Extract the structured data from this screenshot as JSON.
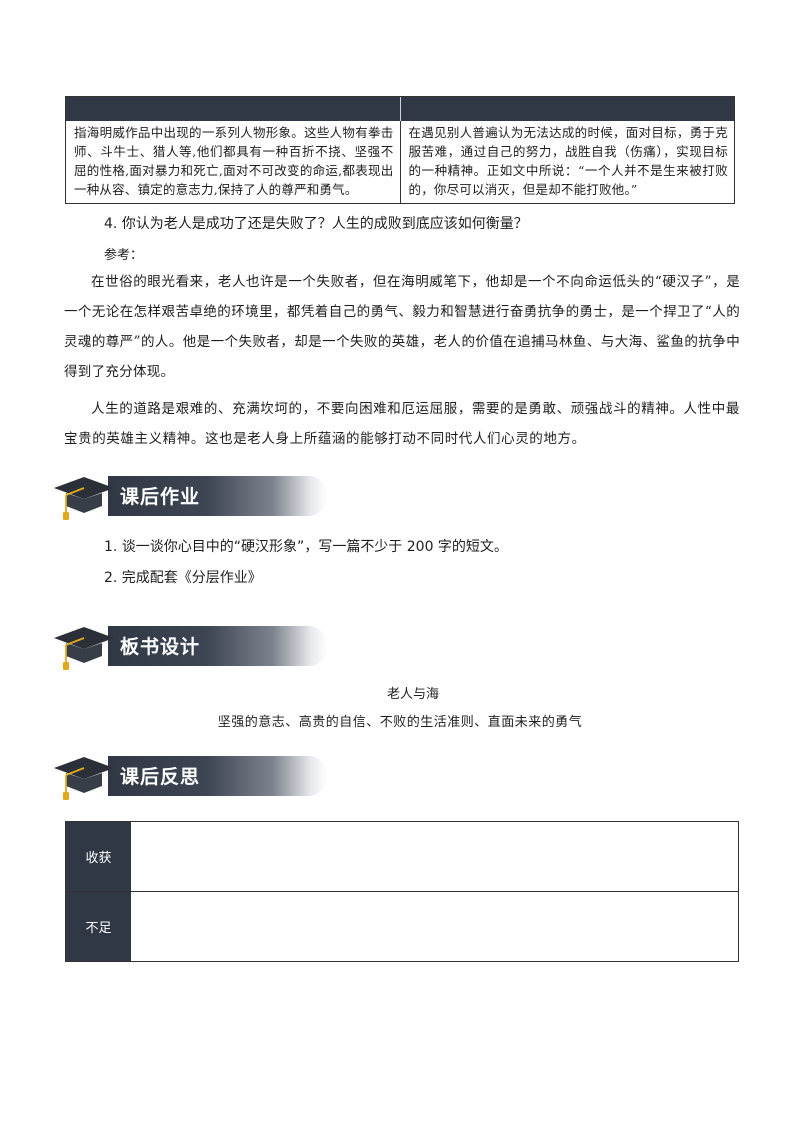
{
  "top_table": {
    "left_text": "指海明威作品中出现的一系列人物形象。这些人物有拳击师、斗牛士、猎人等,他们都具有一种百折不挠、坚强不屈的性格,面对暴力和死亡,面对不可改变的命运,都表现出一种从容、镇定的意志力,保持了人的尊严和勇气。",
    "right_text": "在遇见别人普遍认为无法达成的时候，面对目标，勇于克服苦难，通过自己的努力，战胜自我（伤痛），实现目标的一种精神。正如文中所说：“一个人并不是生来被打败的，你尽可以消灭，但是却不能打败他。”"
  },
  "question4": "4. 你认为老人是成功了还是失败了？人生的成败到底应该如何衡量？",
  "reference_label": "参考：",
  "paragraph1": "在世俗的眼光看来，老人也许是一个失败者，但在海明威笔下，他却是一个不向命运低头的“硬汉子”，是一个无论在怎样艰苦卓绝的环境里，都凭着自己的勇气、毅力和智慧进行奋勇抗争的勇士，是一个捍卫了“人的灵魂的尊严”的人。他是一个失败者，却是一个失败的英雄，老人的价值在追捕马林鱼、与大海、鲨鱼的抗争中得到了充分体现。",
  "paragraph2": "人生的道路是艰难的、充满坎坷的，不要向困难和厄运屈服，需要的是勇敢、顽强战斗的精神。人性中最宝贵的英雄主义精神。这也是老人身上所蕴涵的能够打动不同时代人们心灵的地方。",
  "sections": {
    "homework_title": "课后作业",
    "board_title": "板书设计",
    "reflection_title": "课后反思"
  },
  "homework": {
    "item1": "1. 谈一谈你心目中的“硬汉形象”，写一篇不少于 200 字的短文。",
    "item2": "2. 完成配套《分层作业》"
  },
  "board": {
    "title": "老人与海",
    "subtitle": "坚强的意志、高贵的自信、不败的生活准则、直面未来的勇气"
  },
  "reflection": {
    "gain_label": "收获",
    "gain_value": "",
    "lack_label": "不足",
    "lack_value": ""
  },
  "colors": {
    "dark_header": "#313845",
    "tassel": "#e3a81c"
  },
  "icons": [
    "graduation-cap-icon"
  ]
}
